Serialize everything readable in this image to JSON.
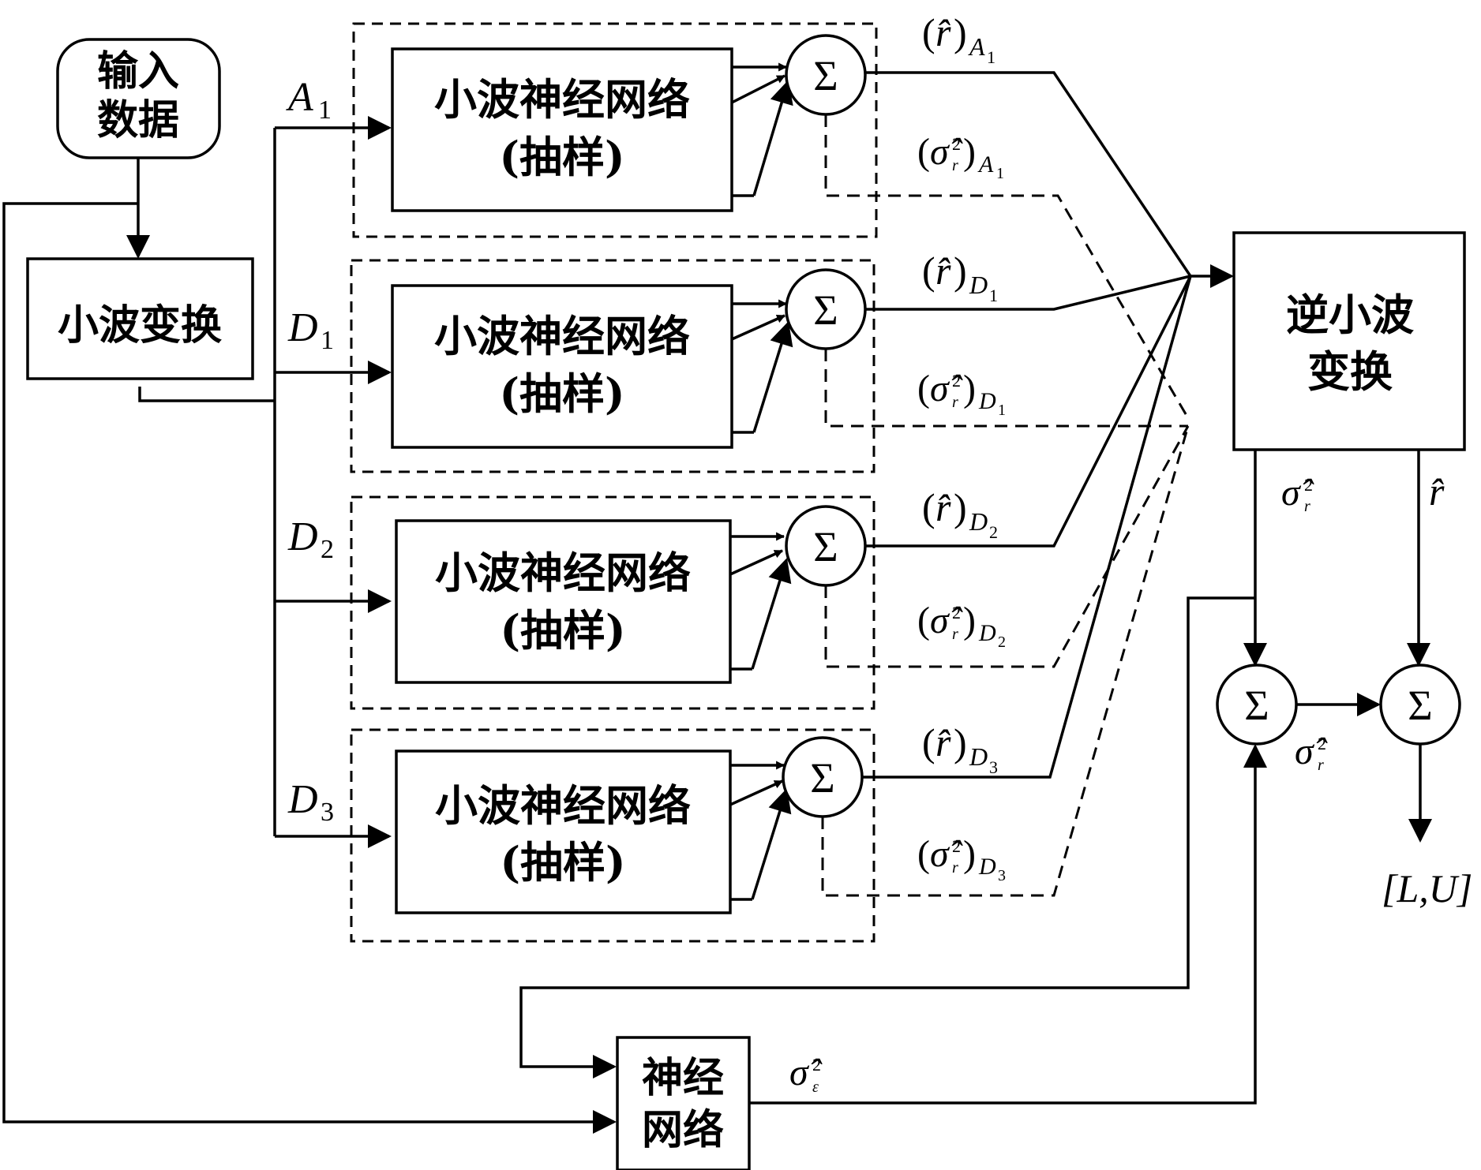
{
  "input_box": {
    "line1": "输入",
    "line2": "数据"
  },
  "wavelet_transform": {
    "label": "小波变换"
  },
  "branches": [
    {
      "id": "a1",
      "coef": "A",
      "sub": "1",
      "net_line1": "小波神经网络",
      "net_line2": "(抽样)",
      "mean_sub_main": "A",
      "mean_sub_idx": "1"
    },
    {
      "id": "d1",
      "coef": "D",
      "sub": "1",
      "net_line1": "小波神经网络",
      "net_line2": "(抽样)",
      "mean_sub_main": "D",
      "mean_sub_idx": "1"
    },
    {
      "id": "d2",
      "coef": "D",
      "sub": "2",
      "net_line1": "小波神经网络",
      "net_line2": "(抽样)",
      "mean_sub_main": "D",
      "mean_sub_idx": "2"
    },
    {
      "id": "d3",
      "coef": "D",
      "sub": "3",
      "net_line1": "小波神经网络",
      "net_line2": "(抽样)",
      "mean_sub_main": "D",
      "mean_sub_idx": "3"
    }
  ],
  "sum_symbol": "Σ",
  "symbols": {
    "r_hat": "r̂",
    "sigma_hat": "σ̂",
    "sq": "2",
    "r_sub": "r",
    "eps_sub": "ε",
    "lparen": "(",
    "rparen": ")"
  },
  "inverse_transform": {
    "line1": "逆小波",
    "line2": "变换"
  },
  "neural_net": {
    "line1": "神经",
    "line2": "网络"
  },
  "output": {
    "label": "[L,U]"
  }
}
